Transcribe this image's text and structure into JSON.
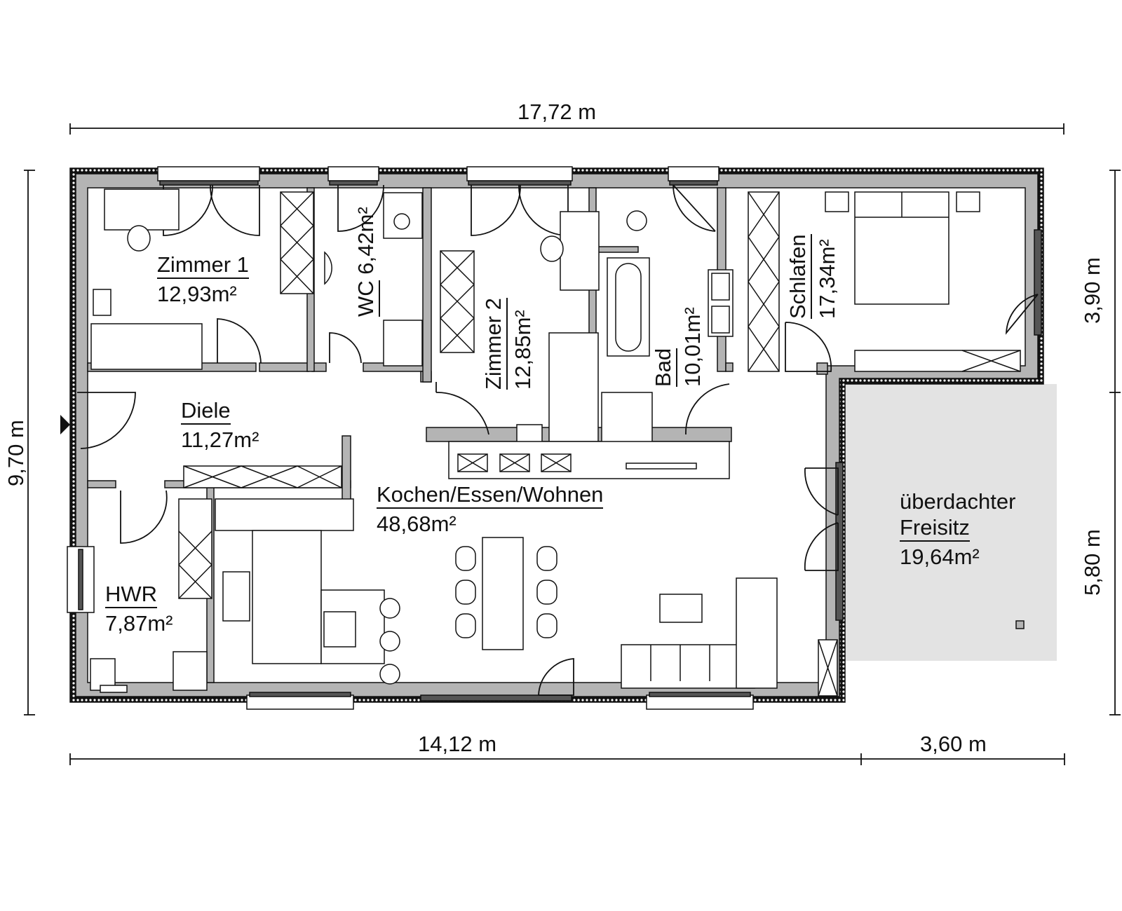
{
  "plan": {
    "type": "floor-plan",
    "rooms": [
      {
        "id": "zimmer1",
        "name": "Zimmer 1",
        "area": "12,93m²"
      },
      {
        "id": "wc",
        "name": "WC",
        "area": "6,42m²"
      },
      {
        "id": "zimmer2",
        "name": "Zimmer 2",
        "area": "12,85m²"
      },
      {
        "id": "bad",
        "name": "Bad",
        "area": "10,01m²"
      },
      {
        "id": "schlafen",
        "name": "Schlafen",
        "area": "17,34m²"
      },
      {
        "id": "diele",
        "name": "Diele",
        "area": "11,27m²"
      },
      {
        "id": "kochen",
        "name": "Kochen/Essen/Wohnen",
        "area": "48,68m²"
      },
      {
        "id": "hwr",
        "name": "HWR",
        "area": "7,87m²"
      },
      {
        "id": "freisitz",
        "name_line1": "überdachter",
        "name": "Freisitz",
        "area": "19,64m²"
      }
    ],
    "dimensions": {
      "top_total": "17,72 m",
      "left_total": "9,70 m",
      "right_upper": "3,90 m",
      "right_lower": "5,80 m",
      "bottom_main": "14,12 m",
      "bottom_terrace": "3,60 m"
    },
    "colors": {
      "wall_fill": "#b4b4b4",
      "line": "#111111",
      "terrace_fill": "#e3e3e3",
      "background": "#ffffff"
    },
    "entrance_marker": "triangle-right"
  }
}
